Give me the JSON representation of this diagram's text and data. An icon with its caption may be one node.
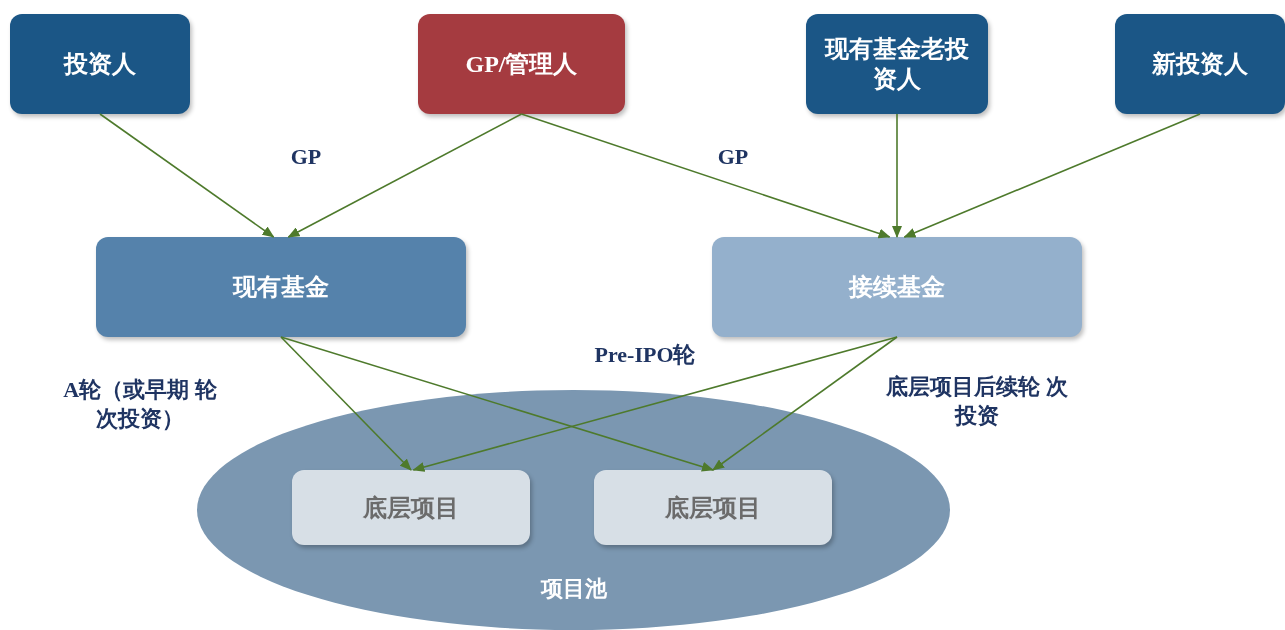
{
  "diagram": {
    "nodes": [
      {
        "text": [
          "投资人"
        ]
      },
      {
        "text": [
          "GP/管理人"
        ]
      },
      {
        "text": [
          "现有基金老投资人"
        ]
      },
      {
        "text": [
          "新投资人"
        ]
      },
      {
        "text": [
          "现有基金"
        ]
      },
      {
        "text": [
          "接续基金"
        ]
      },
      {
        "text": [
          "项目池"
        ]
      },
      {
        "text": [
          "底层项目"
        ],
        "in": 6
      },
      {
        "text": [
          "底层项目"
        ],
        "in": 6
      }
    ],
    "edges": [
      {
        "from": 0,
        "to": 4,
        "arrow": "to"
      },
      {
        "from": 1,
        "to": 4,
        "arrow": "to",
        "label": "GP"
      },
      {
        "from": 1,
        "to": 5,
        "arrow": "to",
        "label": "GP"
      },
      {
        "from": 2,
        "to": 5,
        "arrow": "to"
      },
      {
        "from": 3,
        "to": 5,
        "arrow": "to"
      },
      {
        "from": 4,
        "to": 7,
        "arrow": "to"
      },
      {
        "from": 4,
        "to": 8,
        "arrow": "to"
      },
      {
        "from": 5,
        "to": 7,
        "arrow": "to"
      },
      {
        "from": 5,
        "to": 8,
        "arrow": "to"
      }
    ],
    "labels": [
      "A轮（或早期 轮次投资）",
      "Pre-IPO轮",
      "底层项目后续轮 次投资"
    ]
  }
}
